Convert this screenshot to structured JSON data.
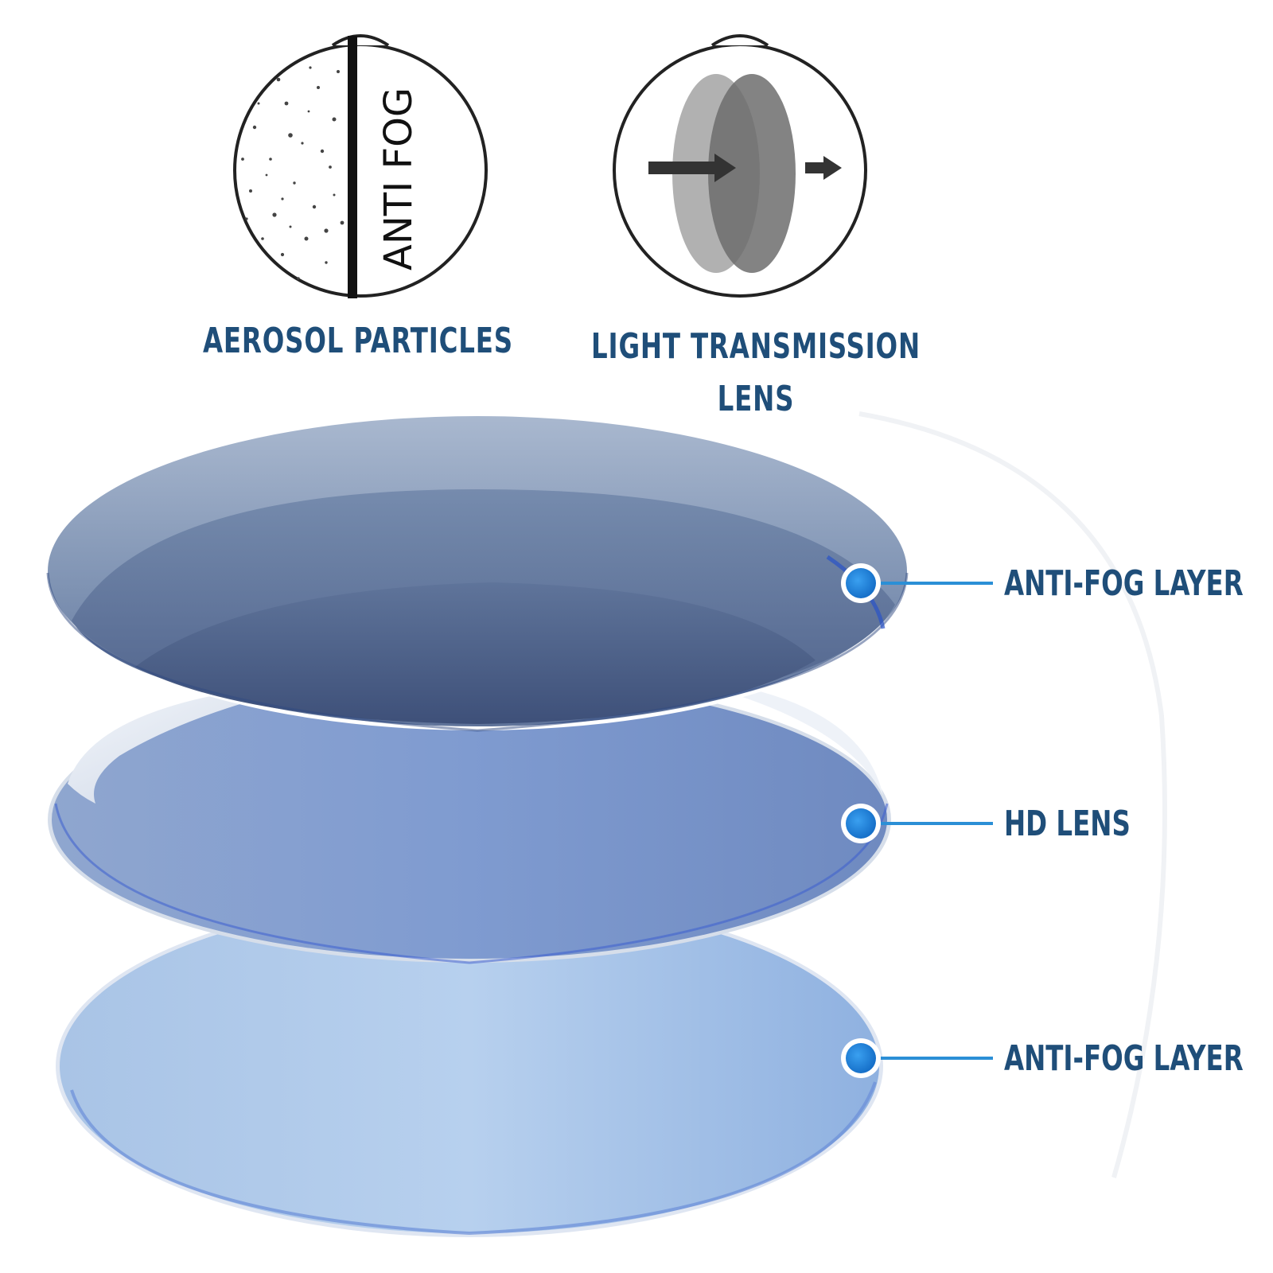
{
  "features": [
    {
      "caption": "AEROSOL PARTICLES",
      "icon": "anti-fog-particles-icon",
      "icon_text": "ANTI FOG"
    },
    {
      "caption_line1": "LIGHT TRANSMISSION",
      "caption_line2": "LENS",
      "icon": "light-transmission-icon"
    }
  ],
  "layers": [
    {
      "label": "ANTI-FOG LAYER"
    },
    {
      "label": "HD LENS"
    },
    {
      "label": "ANTI-FOG LAYER"
    }
  ],
  "colors": {
    "text": "#1f4e79",
    "marker": "#1e88e5",
    "leader_line": "#2b8fd6"
  }
}
